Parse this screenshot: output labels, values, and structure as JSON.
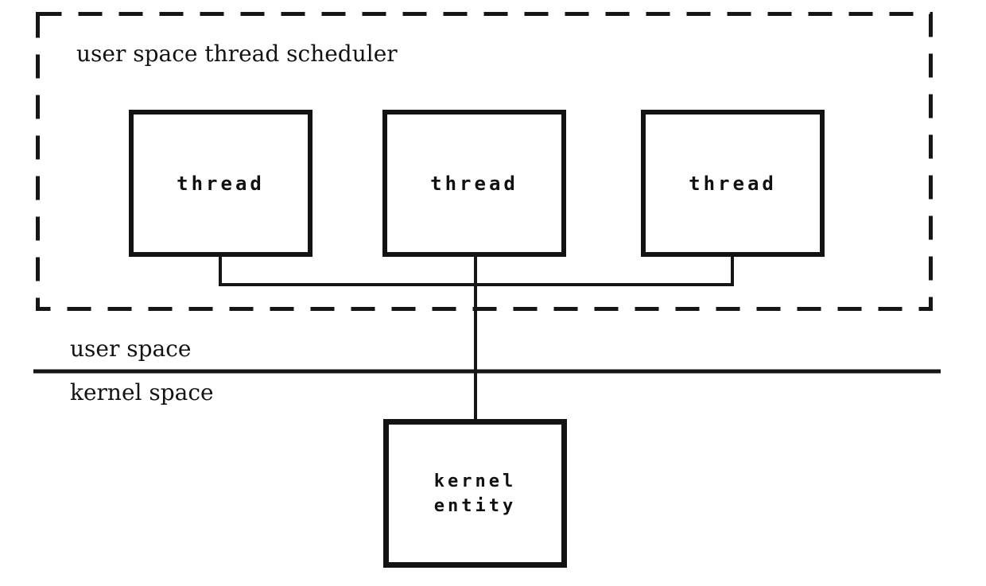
{
  "meta": {
    "background_color": "#ffffff",
    "line_color": "#161616",
    "text_color": "#111111"
  },
  "scheduler": {
    "title": "user space thread scheduler",
    "threads": [
      {
        "label": "thread"
      },
      {
        "label": "thread"
      },
      {
        "label": "thread"
      }
    ]
  },
  "address_spaces": {
    "user_label": "user space",
    "kernel_label": "kernel space"
  },
  "kernel_entity": {
    "line1": "kernel",
    "line2": "entity"
  }
}
